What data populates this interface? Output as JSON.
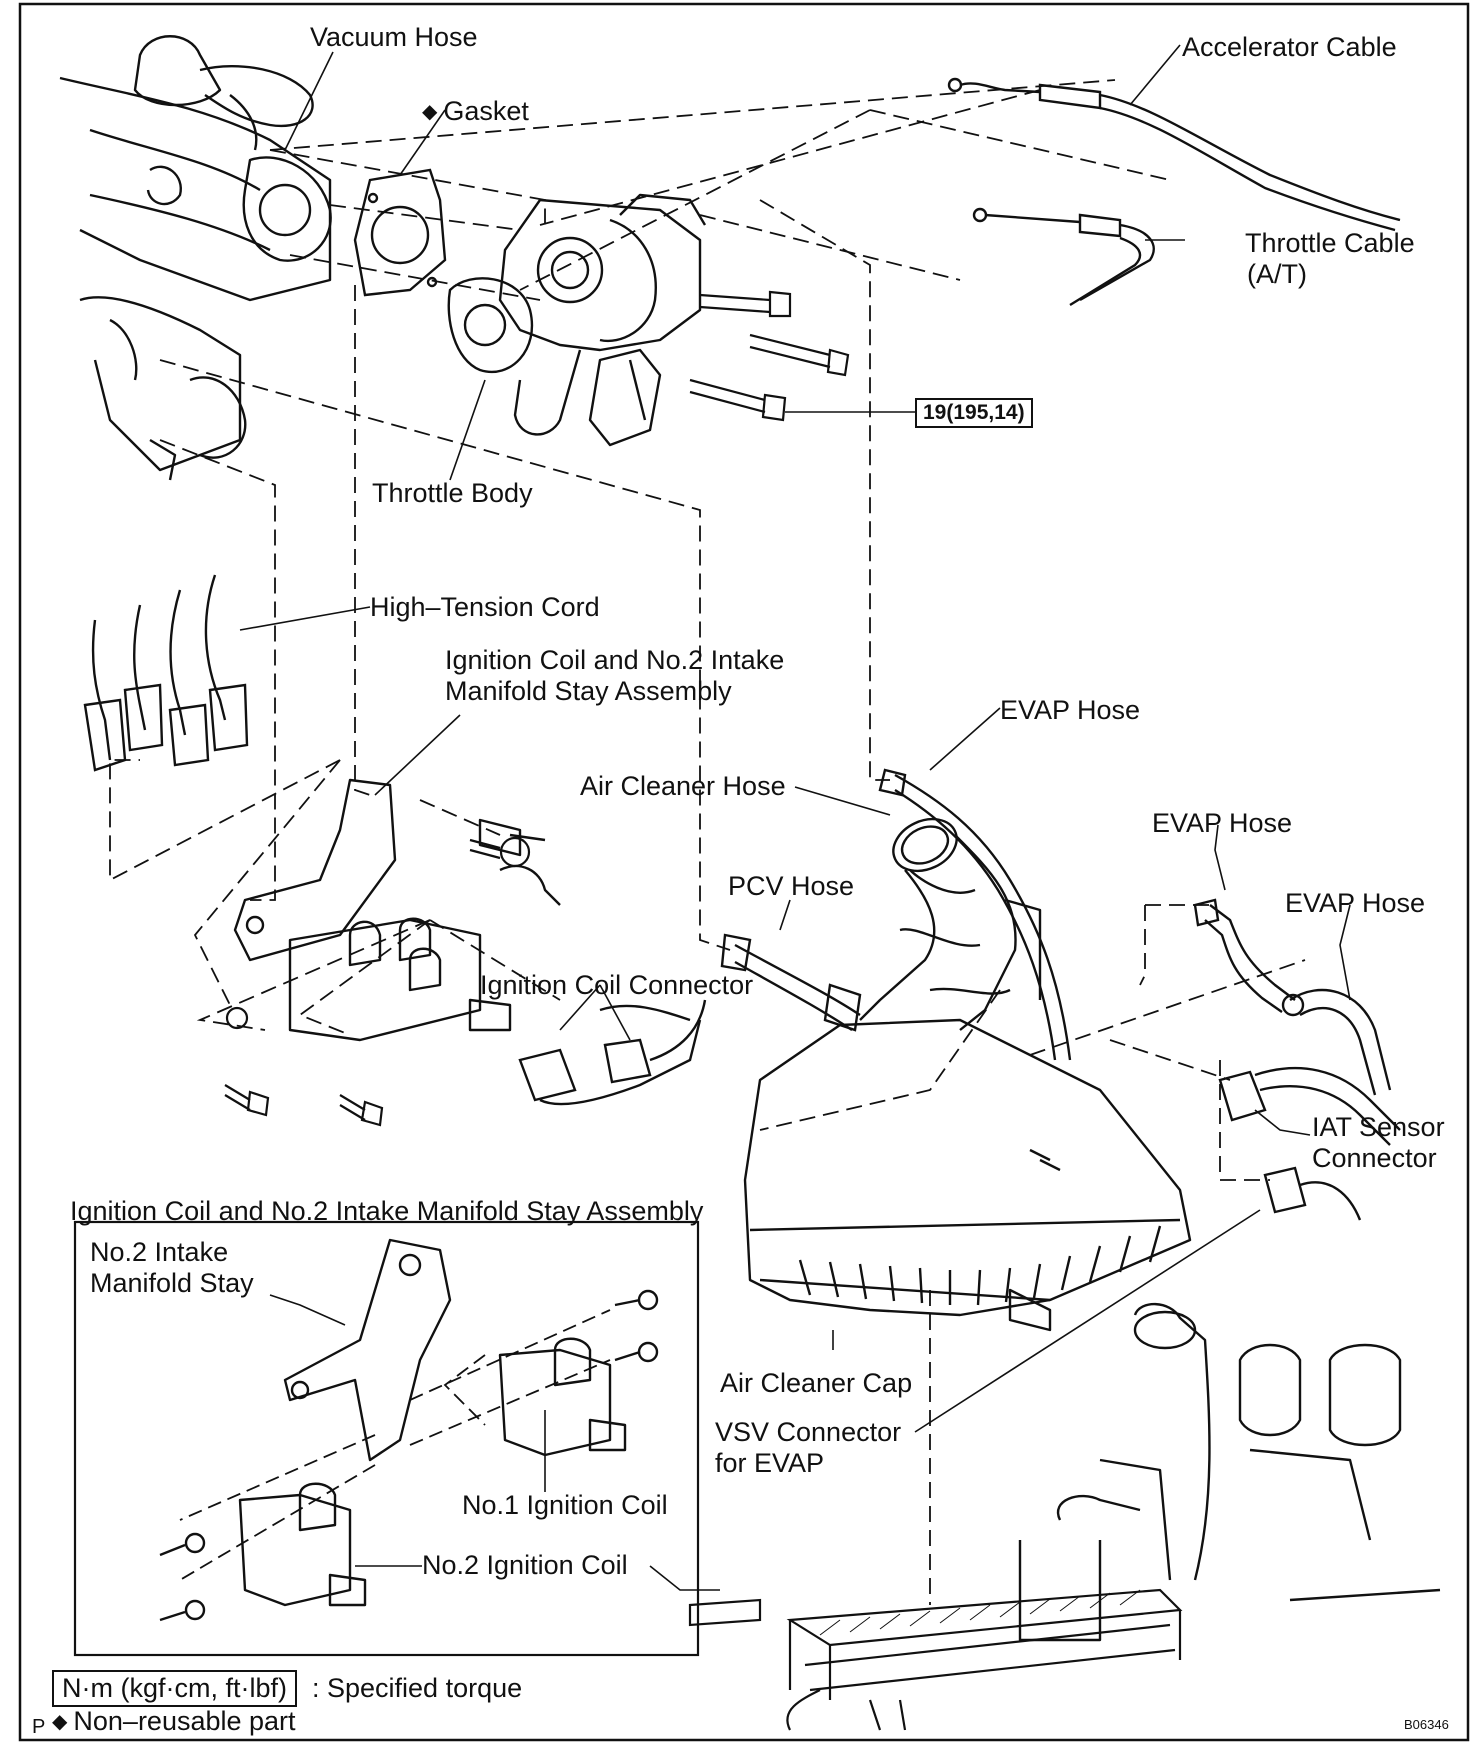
{
  "labels": {
    "vacuum_hose": "Vacuum Hose",
    "gasket": "Gasket",
    "accelerator_cable": "Accelerator Cable",
    "throttle_cable_1": "Throttle  Cable",
    "throttle_cable_2": "(A/T)",
    "torque_value": "19(195,14)",
    "throttle_body": "Throttle Body",
    "high_tension_cord": "High–Tension Cord",
    "ignition_assy_1": "Ignition Coil and No.2 Intake",
    "ignition_assy_2": "Manifold Stay Assembly",
    "evap_hose_top": "EVAP Hose",
    "air_cleaner_hose": "Air Cleaner Hose",
    "evap_hose_mid": "EVAP Hose",
    "pcv_hose": "PCV Hose",
    "evap_hose_right": "EVAP Hose",
    "ignition_coil_connector": "Ignition Coil Connector",
    "iat_sensor_1": "IAT Sensor",
    "iat_sensor_2": "Connector",
    "inset_title": "Ignition Coil and No.2 Intake Manifold Stay Assembly",
    "no2_stay_1": "No.2 Intake",
    "no2_stay_2": "Manifold Stay",
    "air_cleaner_cap": "Air Cleaner Cap",
    "vsv_1": "VSV  Connector",
    "vsv_2": "for EVAP",
    "no1_coil": "No.1 Ignition Coil",
    "no2_coil": "No.2 Ignition Coil"
  },
  "legend": {
    "torque_unit": "N·m (kgf·cm, ft·lbf)",
    "torque_desc": ": Specified torque",
    "non_reusable": "Non–reusable part",
    "diamond_symbol": "◆"
  },
  "corner": {
    "left_mark": "P",
    "figure_code": "B06346"
  }
}
